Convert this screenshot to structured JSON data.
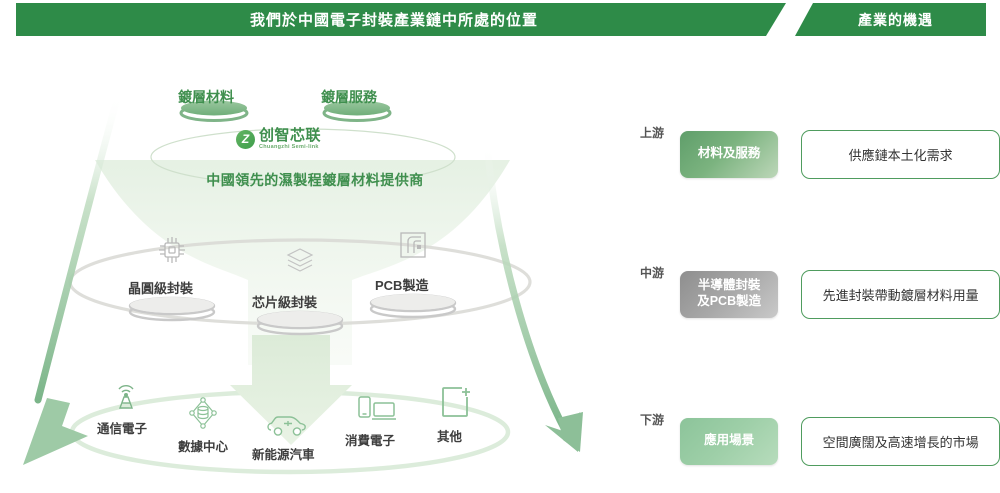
{
  "header": {
    "main_title": "我們於中國電子封裝產業鏈中所處的位置",
    "side_title": "產業的機遇"
  },
  "diagram": {
    "top_nodes": [
      {
        "label": "鍍層材料",
        "icon": "disc-icon"
      },
      {
        "label": "鍍層服務",
        "icon": "disc-icon"
      }
    ],
    "company": {
      "logo_mark": "z-circle-logo-icon",
      "name_cn": "创智芯联",
      "name_en": "Chuangzhi Semi-link",
      "tagline": "中國領先的濕製程鍍層材料提供商"
    },
    "middle_nodes": [
      {
        "label": "晶圓級封裝",
        "icon": "chip-icon"
      },
      {
        "label": "芯片級封裝",
        "icon": "layers-icon"
      },
      {
        "label": "PCB製造",
        "icon": "pcb-spiral-icon"
      }
    ],
    "bottom_nodes": [
      {
        "label": "通信電子",
        "icon": "antenna-tower-icon"
      },
      {
        "label": "數據中心",
        "icon": "database-network-icon"
      },
      {
        "label": "新能源汽車",
        "icon": "electric-car-icon"
      },
      {
        "label": "消費電子",
        "icon": "phone-laptop-icon"
      },
      {
        "label": "其他",
        "icon": "plus-bracket-icon"
      }
    ]
  },
  "chain_rows": [
    {
      "stage": "上游",
      "segment": "材料及服務",
      "segment_line2": "",
      "opportunity": "供應鏈本土化需求"
    },
    {
      "stage": "中游",
      "segment": "半導體封裝",
      "segment_line2": "及PCB製造",
      "opportunity": "先進封裝帶動鍍層材料用量"
    },
    {
      "stage": "下游",
      "segment": "應用場景",
      "segment_line2": "",
      "opportunity": "空間廣闊及高速增長的市場"
    }
  ],
  "colors": {
    "brand_green": "#2e8b48",
    "light_green": "#8cc49a",
    "gray_badge": "#a8a8a8",
    "text_dark": "#3e3e3e"
  }
}
